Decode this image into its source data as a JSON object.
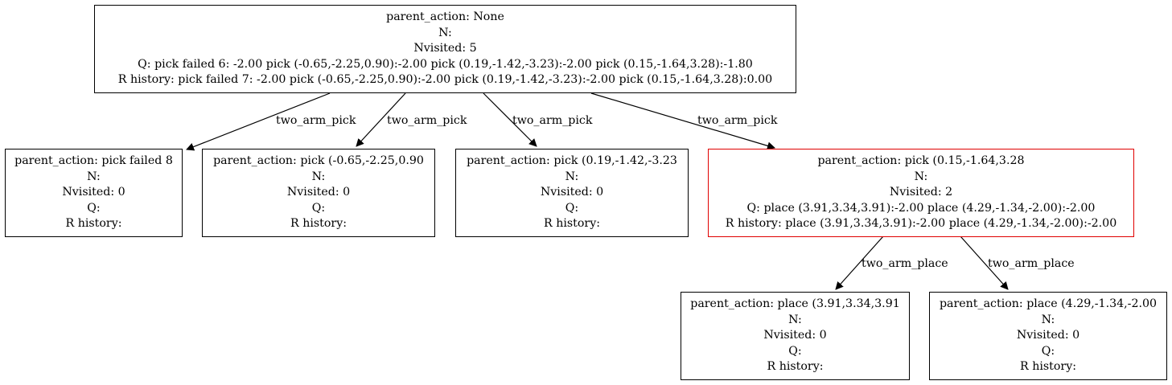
{
  "nodes": {
    "root": {
      "parent_action": "parent_action: None",
      "n": "N:",
      "nvisited": "Nvisited: 5",
      "q": "Q: pick failed 6: -2.00 pick (-0.65,-2.25,0.90):-2.00 pick (0.19,-1.42,-3.23):-2.00 pick (0.15,-1.64,3.28):-1.80",
      "r_history": "R history: pick failed 7: -2.00 pick (-0.65,-2.25,0.90):-2.00 pick (0.19,-1.42,-3.23):-2.00 pick (0.15,-1.64,3.28):0.00"
    },
    "pick_failed": {
      "parent_action": "parent_action: pick failed 8",
      "n": "N:",
      "nvisited": "Nvisited: 0",
      "q": "Q:",
      "r_history": "R history:"
    },
    "pick_a": {
      "parent_action": "parent_action: pick (-0.65,-2.25,0.90",
      "n": "N:",
      "nvisited": "Nvisited: 0",
      "q": "Q:",
      "r_history": "R history:"
    },
    "pick_b": {
      "parent_action": "parent_action: pick (0.19,-1.42,-3.23",
      "n": "N:",
      "nvisited": "Nvisited: 0",
      "q": "Q:",
      "r_history": "R history:"
    },
    "pick_c": {
      "parent_action": "parent_action: pick (0.15,-1.64,3.28",
      "n": "N:",
      "nvisited": "Nvisited: 2",
      "q": "Q: place (3.91,3.34,3.91):-2.00 place (4.29,-1.34,-2.00):-2.00",
      "r_history": "R history: place (3.91,3.34,3.91):-2.00 place (4.29,-1.34,-2.00):-2.00"
    },
    "place_a": {
      "parent_action": "parent_action: place (3.91,3.34,3.91",
      "n": "N:",
      "nvisited": "Nvisited: 0",
      "q": "Q:",
      "r_history": "R history:"
    },
    "place_b": {
      "parent_action": "parent_action: place (4.29,-1.34,-2.00",
      "n": "N:",
      "nvisited": "Nvisited: 0",
      "q": "Q:",
      "r_history": "R history:"
    }
  },
  "edges": {
    "root_to_pick_failed": "two_arm_pick",
    "root_to_pick_a": "two_arm_pick",
    "root_to_pick_b": "two_arm_pick",
    "root_to_pick_c": "two_arm_pick",
    "pick_c_to_place_a": "two_arm_place",
    "pick_c_to_place_b": "two_arm_place"
  },
  "colors": {
    "highlight_border": "#e00000",
    "default_border": "#000000"
  }
}
